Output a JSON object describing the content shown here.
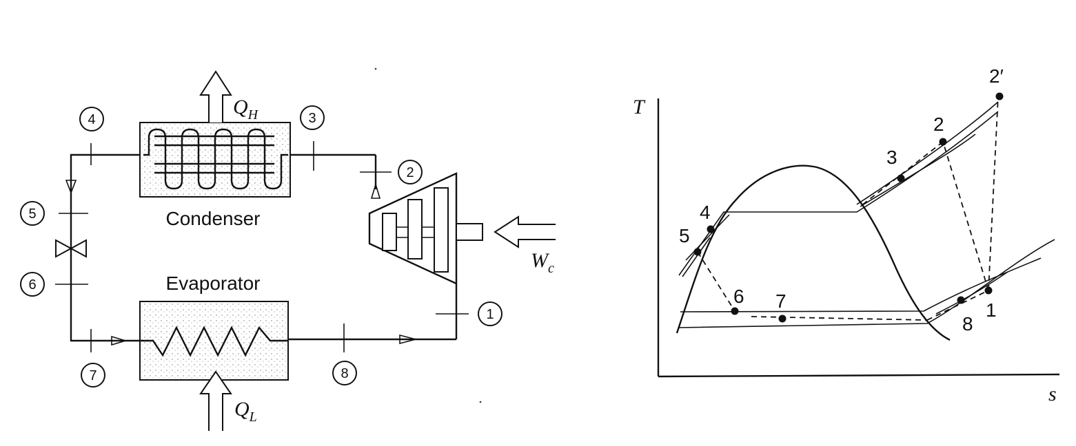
{
  "schematic": {
    "condenser_label": "Condenser",
    "evaporator_label": "Evaporator",
    "qh_symbol": "Q",
    "qh_sub": "H",
    "ql_symbol": "Q",
    "ql_sub": "L",
    "wc_symbol": "W",
    "wc_sub": "c",
    "state_numbers": [
      "1",
      "2",
      "3",
      "4",
      "5",
      "6",
      "7",
      "8"
    ]
  },
  "ts_diagram": {
    "y_axis_label": "T",
    "x_axis_label": "s",
    "point_labels": [
      "1",
      "2",
      "2′",
      "3",
      "4",
      "5",
      "6",
      "7",
      "8"
    ]
  }
}
